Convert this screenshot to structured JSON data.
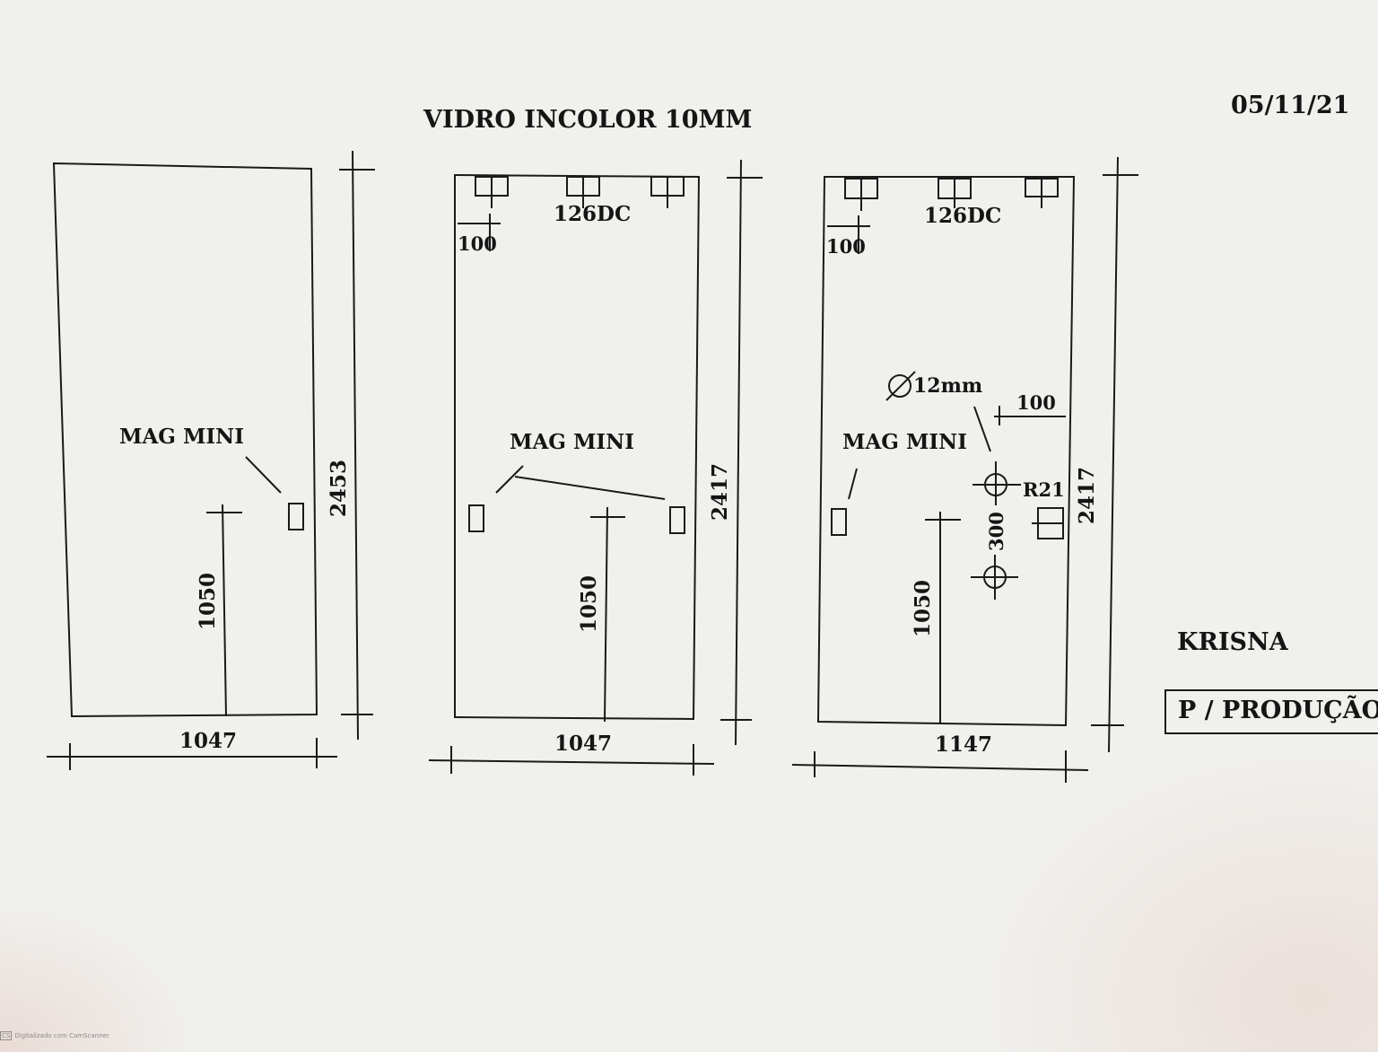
{
  "header": {
    "title": "VIDRO INCOLOR 10MM",
    "date": "05/11/21"
  },
  "panels": [
    {
      "id": "panel-1",
      "width_label": "1047",
      "height_label": "2453",
      "handle_height_label": "1050",
      "mag_label": "MAG MINI"
    },
    {
      "id": "panel-2",
      "width_label": "1047",
      "height_label": "2417",
      "handle_height_label": "1050",
      "mag_label": "MAG MINI",
      "hinge_label": "126DC",
      "offset_label": "100"
    },
    {
      "id": "panel-3",
      "width_label": "1147",
      "height_label": "2417",
      "handle_height_label": "1050",
      "mag_label": "MAG MINI",
      "hinge_label": "126DC",
      "offset_label": "100",
      "hole_diameter_label": "∅12mm",
      "edge_offset_label": "100",
      "radius_label": "R21",
      "hole_spacing_label": "300"
    }
  ],
  "client": {
    "name": "KRISNA",
    "status": "P / PRODUÇÃO"
  },
  "stamp": {
    "logo": "CS",
    "text": "Digitalizado com CamScanner"
  }
}
